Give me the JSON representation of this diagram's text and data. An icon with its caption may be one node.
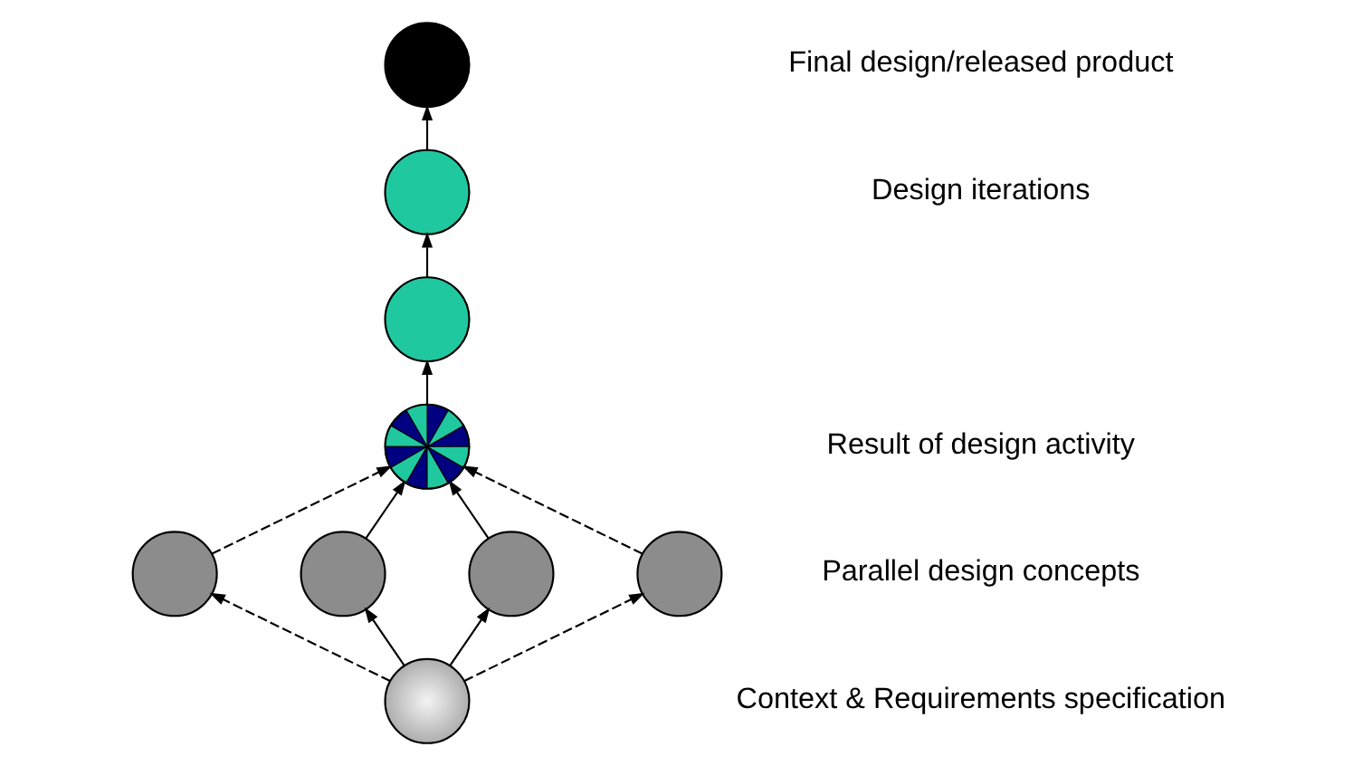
{
  "diagram": {
    "nodes": [
      {
        "text": [],
        "shape": "circle"
      },
      {
        "text": [],
        "shape": "circle"
      },
      {
        "text": [],
        "shape": "circle"
      },
      {
        "text": [],
        "shape": "circle"
      },
      {
        "text": [],
        "shape": "circle"
      },
      {
        "text": [],
        "shape": "circle"
      },
      {
        "text": [],
        "shape": "circle"
      },
      {
        "text": [],
        "shape": "circle"
      },
      {
        "text": [],
        "shape": "circle"
      }
    ],
    "edges": [
      {
        "from": 8,
        "to": 4,
        "arrow": "to",
        "style": "dashed"
      },
      {
        "from": 8,
        "to": 5,
        "arrow": "to"
      },
      {
        "from": 8,
        "to": 6,
        "arrow": "to"
      },
      {
        "from": 8,
        "to": 7,
        "arrow": "to",
        "style": "dashed"
      },
      {
        "from": 4,
        "to": 3,
        "arrow": "to",
        "style": "dashed"
      },
      {
        "from": 5,
        "to": 3,
        "arrow": "to"
      },
      {
        "from": 6,
        "to": 3,
        "arrow": "to"
      },
      {
        "from": 7,
        "to": 3,
        "arrow": "to",
        "style": "dashed"
      },
      {
        "from": 3,
        "to": 2,
        "arrow": "to"
      },
      {
        "from": 2,
        "to": 1,
        "arrow": "to"
      },
      {
        "from": 1,
        "to": 0,
        "arrow": "to"
      }
    ],
    "labels": [
      "Final design/released product",
      "Design iterations",
      "Result of design activity",
      "Parallel design concepts",
      "Context & Requirements specification"
    ]
  }
}
